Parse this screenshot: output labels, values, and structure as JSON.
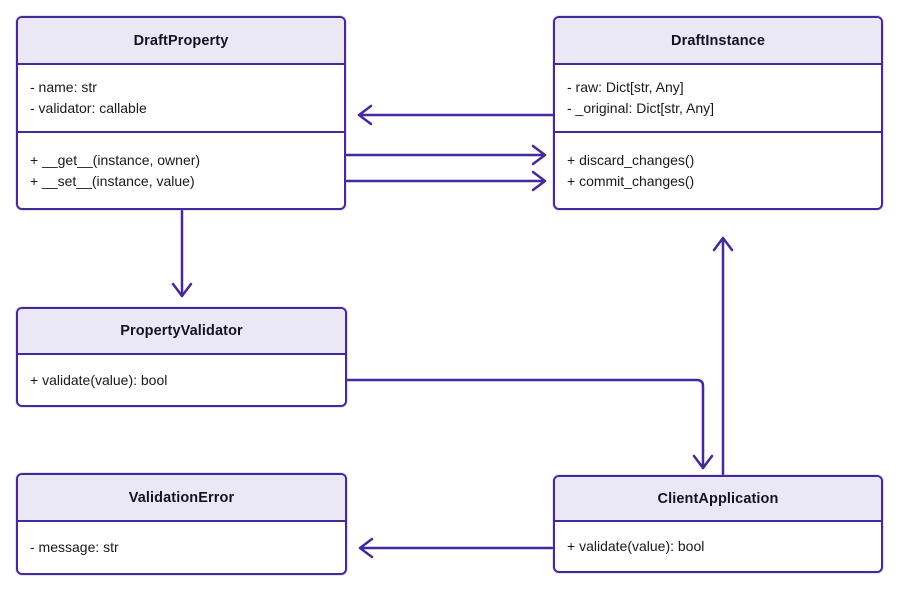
{
  "diagram": {
    "type": "uml-class-diagram",
    "colors": {
      "border": "#44289c",
      "arrow": "#44289c",
      "header_fill": "#ebe8f6",
      "body_fill": "#ffffff",
      "title_text": "#131322",
      "body_text": "#18181f",
      "background": "#ffffff"
    },
    "classes": [
      {
        "name": "DraftProperty",
        "attributes": [
          "- name: str",
          "- validator: callable"
        ],
        "methods": [
          "+ __get__(instance, owner)",
          "+ __set__(instance, value)"
        ]
      },
      {
        "name": "DraftInstance",
        "attributes": [
          "- raw: Dict[str, Any]",
          "- _original: Dict[str, Any]"
        ],
        "methods": [
          "+ discard_changes()",
          "+ commit_changes()"
        ]
      },
      {
        "name": "PropertyValidator",
        "attributes": [],
        "methods": [
          "+ validate(value): bool"
        ]
      },
      {
        "name": "ValidationError",
        "attributes": [
          "- message: str"
        ],
        "methods": []
      },
      {
        "name": "ClientApplication",
        "attributes": [],
        "methods": [
          "+ validate(value): bool"
        ]
      }
    ],
    "relationships": [
      {
        "from": "DraftInstance",
        "to": "DraftProperty",
        "style": "open-arrow"
      },
      {
        "from": "DraftProperty",
        "to": "DraftInstance",
        "style": "open-arrow"
      },
      {
        "from": "DraftProperty",
        "to": "DraftInstance",
        "style": "open-arrow"
      },
      {
        "from": "DraftProperty",
        "to": "PropertyValidator",
        "style": "open-arrow"
      },
      {
        "from": "PropertyValidator",
        "to": "ClientApplication",
        "style": "open-arrow"
      },
      {
        "from": "ClientApplication",
        "to": "DraftInstance",
        "style": "open-arrow"
      },
      {
        "from": "ClientApplication",
        "to": "ValidationError",
        "style": "open-arrow"
      }
    ]
  }
}
